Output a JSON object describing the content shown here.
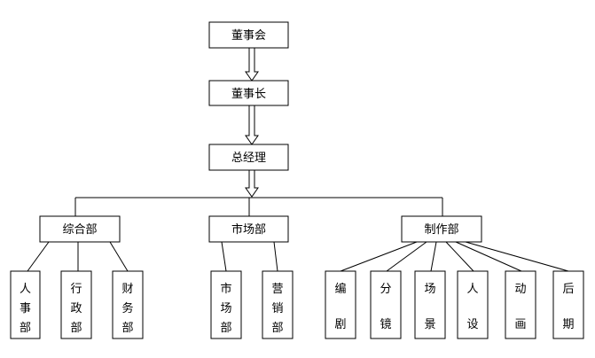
{
  "org": {
    "board": "董事会",
    "chairman": "董事长",
    "gm": "总经理",
    "departments": [
      {
        "name": "综合部",
        "subs": [
          "人事部",
          "行政部",
          "财务部"
        ]
      },
      {
        "name": "市场部",
        "subs": [
          "市场部",
          "营销部"
        ]
      },
      {
        "name": "制作部",
        "subs": [
          "编剧",
          "分镜",
          "场景",
          "人设",
          "动画",
          "后期"
        ]
      }
    ]
  }
}
